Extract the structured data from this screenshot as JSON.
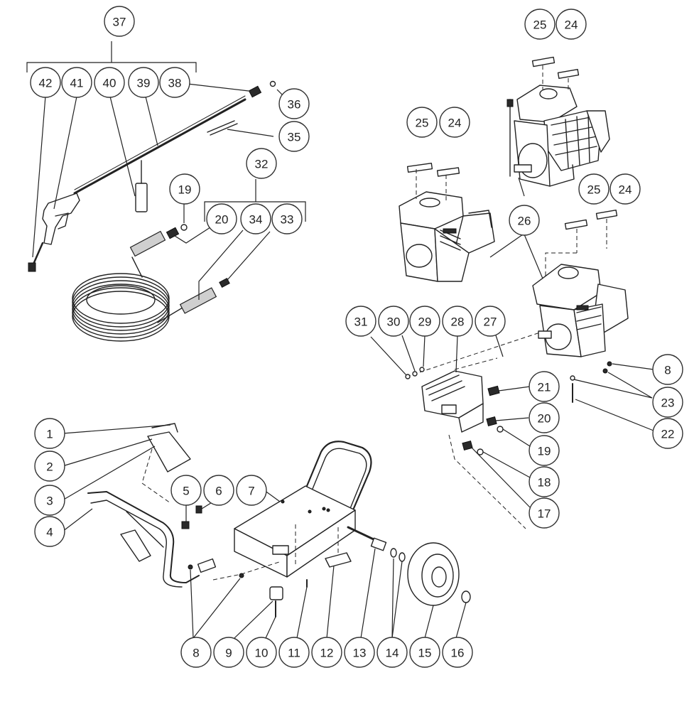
{
  "callouts": [
    {
      "id": "c37",
      "label": "37"
    },
    {
      "id": "c42",
      "label": "42"
    },
    {
      "id": "c41",
      "label": "41"
    },
    {
      "id": "c40",
      "label": "40"
    },
    {
      "id": "c39",
      "label": "39"
    },
    {
      "id": "c38",
      "label": "38"
    },
    {
      "id": "c36",
      "label": "36"
    },
    {
      "id": "c35",
      "label": "35"
    },
    {
      "id": "c32",
      "label": "32"
    },
    {
      "id": "c19a",
      "label": "19"
    },
    {
      "id": "c20a",
      "label": "20"
    },
    {
      "id": "c34",
      "label": "34"
    },
    {
      "id": "c33",
      "label": "33"
    },
    {
      "id": "c25a",
      "label": "25"
    },
    {
      "id": "c24a",
      "label": "24"
    },
    {
      "id": "c25b",
      "label": "25"
    },
    {
      "id": "c24b",
      "label": "24"
    },
    {
      "id": "c25c",
      "label": "25"
    },
    {
      "id": "c24c",
      "label": "24"
    },
    {
      "id": "c26",
      "label": "26"
    },
    {
      "id": "c31",
      "label": "31"
    },
    {
      "id": "c30",
      "label": "30"
    },
    {
      "id": "c29",
      "label": "29"
    },
    {
      "id": "c28",
      "label": "28"
    },
    {
      "id": "c27",
      "label": "27"
    },
    {
      "id": "c8a",
      "label": "8"
    },
    {
      "id": "c23",
      "label": "23"
    },
    {
      "id": "c22",
      "label": "22"
    },
    {
      "id": "c21",
      "label": "21"
    },
    {
      "id": "c20b",
      "label": "20"
    },
    {
      "id": "c19b",
      "label": "19"
    },
    {
      "id": "c18",
      "label": "18"
    },
    {
      "id": "c17",
      "label": "17"
    },
    {
      "id": "c1",
      "label": "1"
    },
    {
      "id": "c2",
      "label": "2"
    },
    {
      "id": "c3",
      "label": "3"
    },
    {
      "id": "c4",
      "label": "4"
    },
    {
      "id": "c5",
      "label": "5"
    },
    {
      "id": "c6",
      "label": "6"
    },
    {
      "id": "c7",
      "label": "7"
    },
    {
      "id": "c8b",
      "label": "8"
    },
    {
      "id": "c9",
      "label": "9"
    },
    {
      "id": "c10",
      "label": "10"
    },
    {
      "id": "c11",
      "label": "11"
    },
    {
      "id": "c12",
      "label": "12"
    },
    {
      "id": "c13",
      "label": "13"
    },
    {
      "id": "c14",
      "label": "14"
    },
    {
      "id": "c15",
      "label": "15"
    },
    {
      "id": "c16",
      "label": "16"
    }
  ]
}
